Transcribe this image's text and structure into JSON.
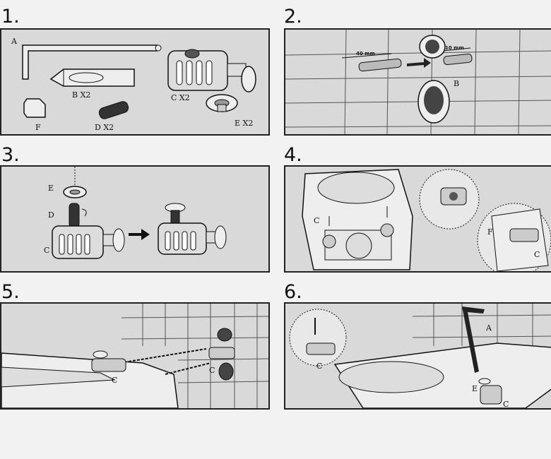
{
  "steps": [
    {
      "number": "1.",
      "labels": {
        "a": "A",
        "b": "B X2",
        "c": "C X2",
        "d": "D X2",
        "e": "E X2",
        "f": "F"
      }
    },
    {
      "number": "2.",
      "labels": {
        "b": "B",
        "dim1": "40 mm",
        "dim2": "10 mm"
      }
    },
    {
      "number": "3.",
      "labels": {
        "e": "E",
        "d": "D",
        "c": "C"
      }
    },
    {
      "number": "4.",
      "labels": {
        "c1": "C",
        "c2": "C",
        "f": "F"
      }
    },
    {
      "number": "5.",
      "labels": {
        "c1": "C",
        "c2": "C"
      }
    },
    {
      "number": "6.",
      "labels": {
        "a": "A",
        "e": "E",
        "c1": "C",
        "c2": "C"
      }
    }
  ]
}
